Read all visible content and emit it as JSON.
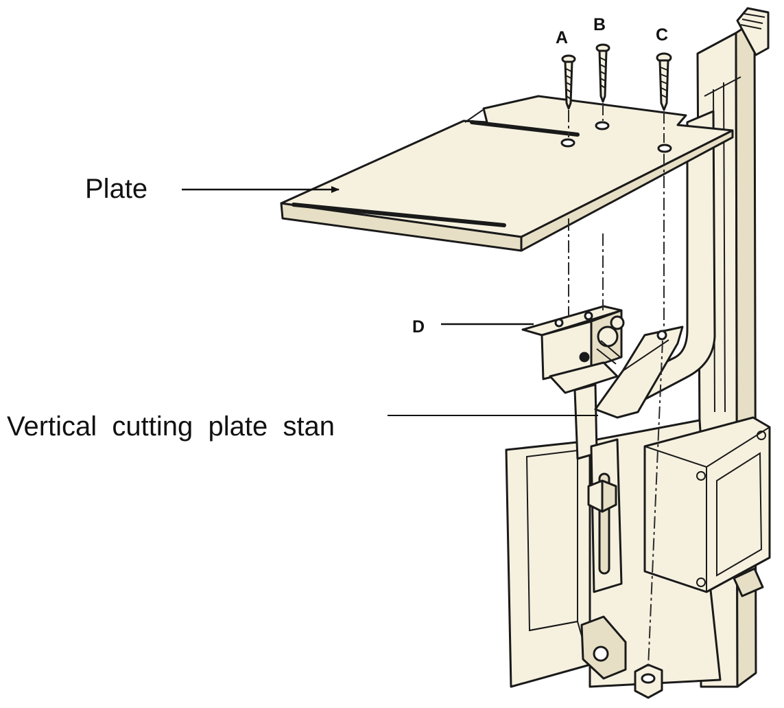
{
  "labels": {
    "plate": "Plate",
    "stand": "Vertical  cutting  plate  stan",
    "a": "A",
    "b": "B",
    "c": "C",
    "d": "D"
  },
  "colors": {
    "paper": "#f6f1df",
    "paper_shade": "#e7dfc5",
    "ink": "#1a1a1a"
  }
}
